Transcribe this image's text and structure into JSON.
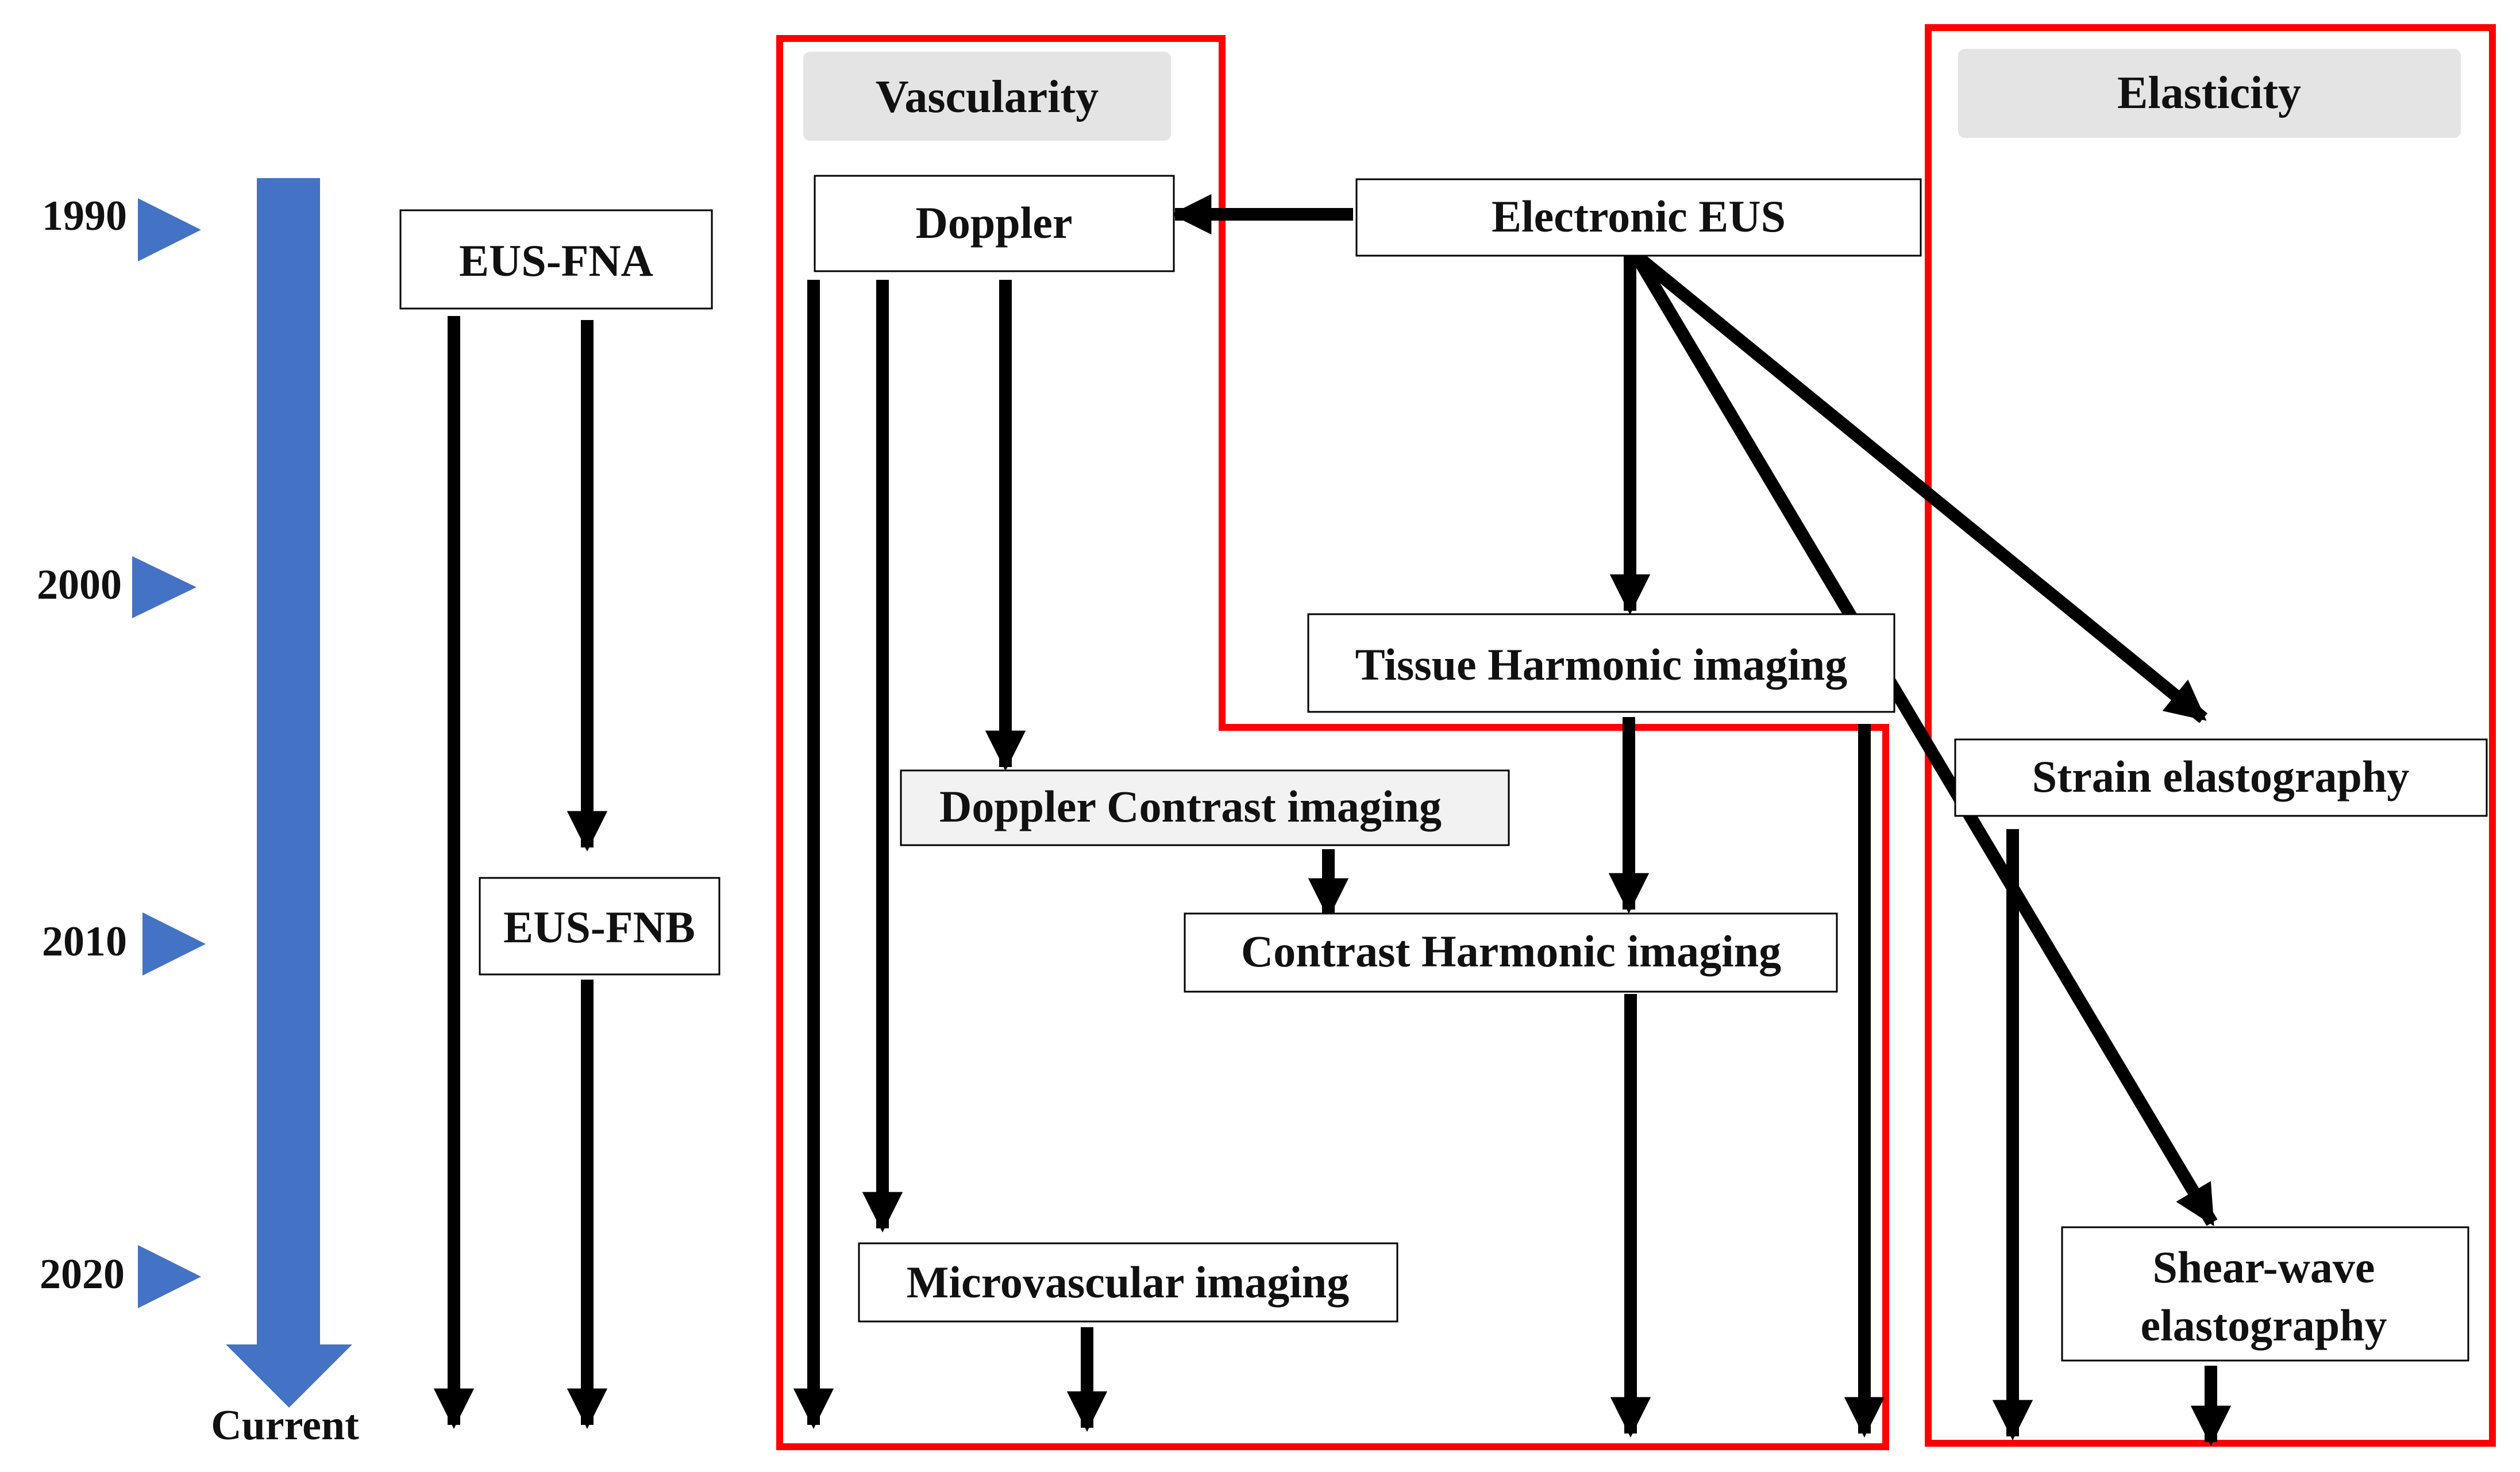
{
  "timeline": {
    "years": [
      "1990",
      "2000",
      "2010",
      "2020"
    ],
    "end_label": "Current",
    "arrow_color": "#4472c4"
  },
  "groups": {
    "vascularity": "Vascularity",
    "elasticity": "Elasticity",
    "frame_color": "#ff0000",
    "header_fill": "#e4e4e4"
  },
  "nodes": {
    "eus_fna": "EUS-FNA",
    "eus_fnb": "EUS-FNB",
    "doppler": "Doppler",
    "electronic_eus": "Electronic EUS",
    "tissue_harmonic": "Tissue Harmonic imaging",
    "doppler_contrast": "Doppler Contrast imaging",
    "contrast_harmonic": "Contrast Harmonic imaging",
    "microvascular": "Microvascular imaging",
    "strain": "Strain elastography",
    "shear_wave_line1": "Shear-wave",
    "shear_wave_line2": "elastography"
  }
}
